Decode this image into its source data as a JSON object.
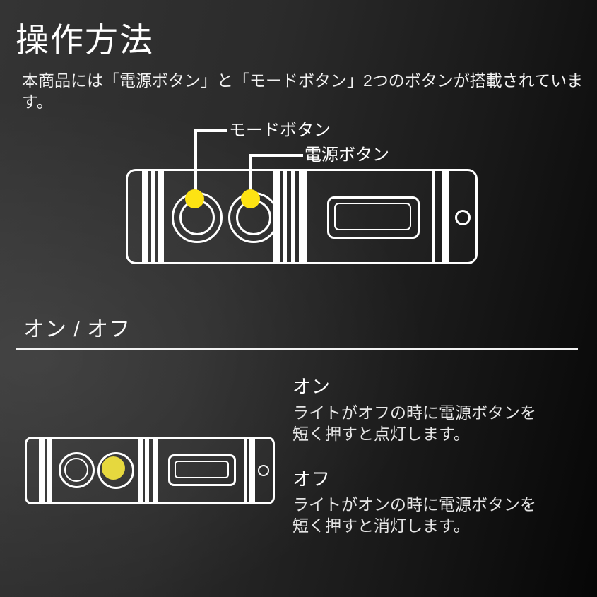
{
  "header": {
    "title": "操作方法",
    "subtitle": "本商品には「電源ボタン」と「モードボタン」2つのボタンが搭載されています。"
  },
  "diagram": {
    "mode_button_label": "モードボタン",
    "power_button_label": "電源ボタン"
  },
  "on_off_section": {
    "heading": "オン / オフ",
    "on": {
      "title": "オン",
      "line1": "ライトがオフの時に電源ボタンを",
      "line2": "短く押すと点灯します。"
    },
    "off": {
      "title": "オフ",
      "line1": "ライトがオンの時に電源ボタンを",
      "line2": "短く押すと消灯します。"
    }
  },
  "colors": {
    "indicator_yellow": "#fde313",
    "lit_button_yellow": "#e6d83e",
    "outline_white": "#ffffff"
  }
}
